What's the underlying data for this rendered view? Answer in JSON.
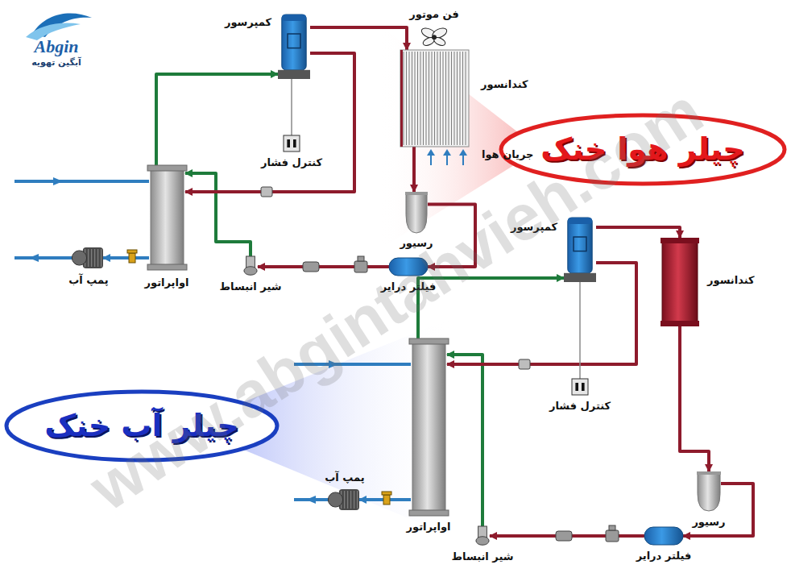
{
  "diagram": {
    "nodes": [
      {
        "text": [
          "Abgin",
          "آبگین تهویه"
        ]
      },
      {
        "text": [
          "کمپرسور"
        ]
      },
      {
        "text": [
          "فن موتور"
        ]
      },
      {
        "text": [
          "کندانسور"
        ]
      },
      {
        "text": [
          "کنترل فشار"
        ]
      },
      {
        "text": [
          "چیلر هوا خنک"
        ]
      },
      {
        "text": [
          "رسیور"
        ]
      },
      {
        "text": [
          "اواپراتور"
        ]
      },
      {
        "text": [
          "پمپ آب"
        ]
      },
      {
        "text": [
          "شیر انبساط"
        ]
      },
      {
        "text": [
          "فیلتر درایر"
        ]
      },
      {
        "text": [
          "کمپرسور"
        ]
      },
      {
        "text": [
          "کندانسور"
        ]
      },
      {
        "text": [
          "کنترل فشار"
        ]
      },
      {
        "text": [
          "چیلر آب خنک"
        ]
      },
      {
        "text": [
          "رسیور"
        ]
      },
      {
        "text": [
          "اواپراتور"
        ]
      },
      {
        "text": [
          "پمپ آب"
        ]
      },
      {
        "text": [
          "شیر انبساط"
        ]
      },
      {
        "text": [
          "فیلتر درایر"
        ]
      }
    ],
    "edges": [
      {
        "from": 1,
        "to": 3,
        "arrow": "to"
      },
      {
        "from": 3,
        "to": 6,
        "arrow": "to"
      },
      {
        "from": 6,
        "to": 10,
        "arrow": "to"
      },
      {
        "from": 10,
        "to": 9,
        "arrow": "to"
      },
      {
        "from": 9,
        "to": 7,
        "arrow": "to"
      },
      {
        "from": 7,
        "to": 1,
        "arrow": "to"
      },
      {
        "from": 1,
        "to": 7,
        "arrow": "to"
      },
      {
        "from": 4,
        "to": 1,
        "arrow": "none"
      },
      {
        "from": 7,
        "to": 8,
        "arrow": "to"
      },
      {
        "from": 11,
        "to": 12,
        "arrow": "to"
      },
      {
        "from": 12,
        "to": 15,
        "arrow": "to"
      },
      {
        "from": 15,
        "to": 19,
        "arrow": "to"
      },
      {
        "from": 19,
        "to": 18,
        "arrow": "to"
      },
      {
        "from": 18,
        "to": 16,
        "arrow": "to"
      },
      {
        "from": 16,
        "to": 11,
        "arrow": "to"
      },
      {
        "from": 11,
        "to": 16,
        "arrow": "to"
      },
      {
        "from": 13,
        "to": 11,
        "arrow": "none"
      },
      {
        "from": 16,
        "to": 17,
        "arrow": "to"
      }
    ],
    "labels": [
      "جریان هوا",
      "www.abgintahvieh.com"
    ]
  }
}
